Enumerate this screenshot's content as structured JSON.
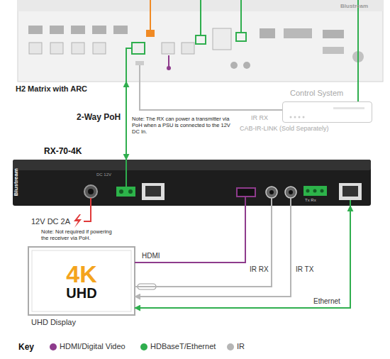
{
  "diagram": {
    "nodes": [
      {
        "text": [
          "H2 Matrix with ARC",
          "Blustream"
        ]
      },
      {
        "text": [
          "Control System"
        ]
      },
      {
        "text": [
          "RX-70-4K",
          "Blustream"
        ]
      },
      {
        "text": [
          "4K",
          "UHD",
          "UHD Display"
        ]
      }
    ],
    "edges": [
      {
        "from": 0,
        "to": 2,
        "arrow": "both",
        "label": "2-Way PoH"
      },
      {
        "from": 1,
        "to": 0,
        "arrow": "none",
        "label": "IR RX"
      },
      {
        "from": 2,
        "to": 3,
        "arrow": "none",
        "label": "HDMI"
      },
      {
        "from": 2,
        "to": 3,
        "arrow": "none",
        "label": "IR RX"
      },
      {
        "from": 2,
        "to": 3,
        "arrow": "to",
        "label": "IR TX"
      },
      {
        "from": 2,
        "to": 3,
        "arrow": "both",
        "label": "Ethernet"
      }
    ],
    "labels": [
      "CAB-IR-LINK (Sold Separately)",
      "Note: The RX can power a transmitter via PoH when a PSU is connected to the 12V DC In.",
      "12V DC 2A",
      "Note: Not required if powering the receiver via PoH.",
      "DC 12V",
      "Tx Rx",
      "Key"
    ],
    "legend": [
      {
        "text": "HDMI/Digital Video",
        "color": "#8e3b8c"
      },
      {
        "text": "HDBaseT/Ethernet",
        "color": "#2fae4e"
      },
      {
        "text": "IR",
        "color": "#b5b5b5"
      }
    ]
  }
}
